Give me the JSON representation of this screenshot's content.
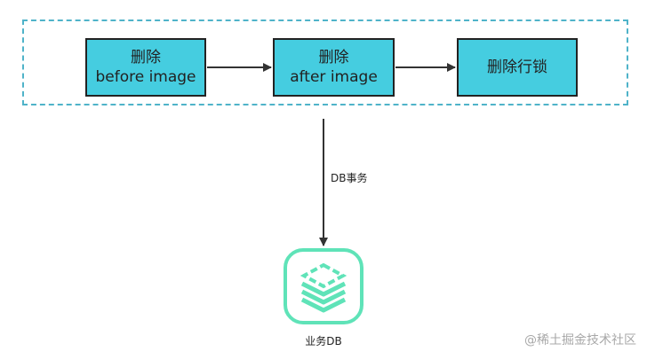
{
  "flow": {
    "steps": [
      {
        "line1": "删除",
        "line2": "before image"
      },
      {
        "line1": "删除",
        "line2": "after image"
      },
      {
        "line1": "删除行锁",
        "line2": ""
      }
    ],
    "edge_label": "DB事务",
    "target_label": "业务DB"
  },
  "watermark": "@稀土掘金技术社区",
  "icons": {
    "database": "database-stack-icon"
  },
  "colors": {
    "box_fill": "#45cde0",
    "box_border": "#222222",
    "frame_dash": "#4fb3c9",
    "db_icon": "#5fe3b8",
    "arrow": "#333333"
  }
}
